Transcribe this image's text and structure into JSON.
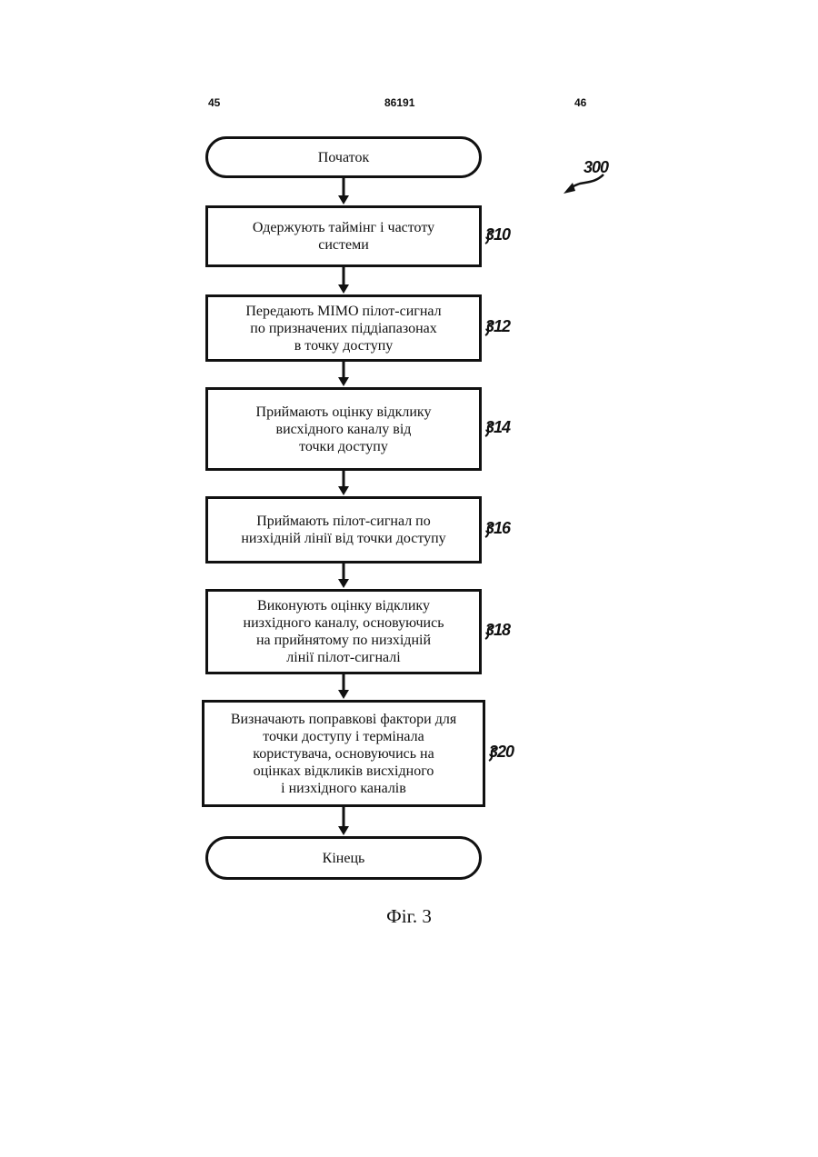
{
  "header": {
    "left_page": "45",
    "patent_number": "86191",
    "right_page": "46"
  },
  "figure_ref": "300",
  "nodes": [
    {
      "id": "start",
      "shape": "terminal",
      "text": "Початок"
    },
    {
      "id": "s310",
      "shape": "process",
      "ref": "310",
      "text": "Одержують таймінг і частоту\nсистеми"
    },
    {
      "id": "s312",
      "shape": "process",
      "ref": "312",
      "text": "Передають MIMO пілот-сигнал\nпо призначених піддіапазонах\nв точку доступу"
    },
    {
      "id": "s314",
      "shape": "process",
      "ref": "314",
      "text": "Приймають оцінку відклику\nвисхідного каналу від\nточки доступу"
    },
    {
      "id": "s316",
      "shape": "process",
      "ref": "316",
      "text": "Приймають пілот-сигнал по\nнизхідній лінії від точки доступу"
    },
    {
      "id": "s318",
      "shape": "process",
      "ref": "318",
      "text": "Виконують оцінку відклику\nнизхідного каналу, основуючись\nна прийнятому по низхідній\nлінії пілот-сигналі"
    },
    {
      "id": "s320",
      "shape": "process",
      "ref": "320",
      "text": "Визначають поправкові фактори для\nточки доступу і термінала\nкористувача, основуючись на\nоцінках відкликів висхідного\nі низхідного каналів"
    },
    {
      "id": "end",
      "shape": "terminal",
      "text": "Кінець"
    }
  ],
  "edges": [
    {
      "from": "start",
      "to": "s310"
    },
    {
      "from": "s310",
      "to": "s312"
    },
    {
      "from": "s312",
      "to": "s314"
    },
    {
      "from": "s314",
      "to": "s316"
    },
    {
      "from": "s316",
      "to": "s318"
    },
    {
      "from": "s318",
      "to": "s320"
    },
    {
      "from": "s320",
      "to": "end"
    }
  ],
  "caption": "Фіг. 3"
}
